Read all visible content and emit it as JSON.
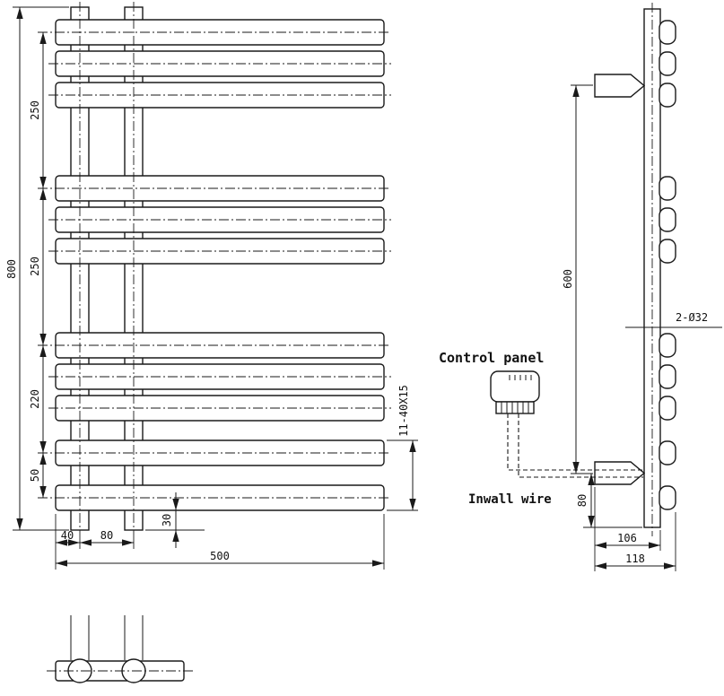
{
  "front_view": {
    "height_total": "800",
    "chain": [
      "250",
      "250",
      "220",
      "50"
    ],
    "width_left": "40",
    "width_between": "80",
    "width_total": "500",
    "bottom_gap": "30",
    "bar_note": "11-40X15"
  },
  "side_view": {
    "bracket_span": "600",
    "lower_span": "80",
    "depth_inner": "106",
    "depth_total": "118",
    "tube_dia": "2-Ø32",
    "control_panel_label": "Control panel",
    "inwall_wire_label": "Inwall wire"
  }
}
